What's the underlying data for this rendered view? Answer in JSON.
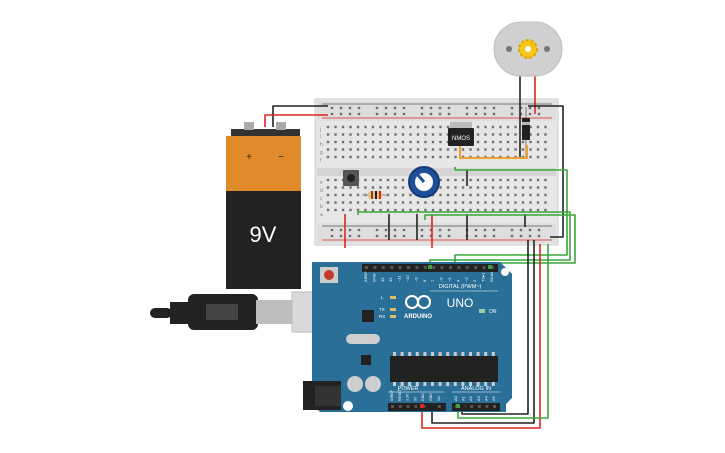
{
  "battery": {
    "voltage": "9V",
    "plus": "+",
    "minus": "−"
  },
  "mosfet": {
    "label": "NMOS"
  },
  "arduino": {
    "logo": "ARDUINO",
    "model": "UNO",
    "digital_label": "DIGITAL (PWM~)",
    "power_label": "POWER",
    "analog_label": "ANALOG IN",
    "on_label": "ON",
    "l_label": "L",
    "tx_label": "TX",
    "rx_label": "RX",
    "digital_pins": [
      "AREF",
      "GND",
      "13",
      "12",
      "~11",
      "~10",
      "~9",
      "8",
      "7",
      "~6",
      "~5",
      "4",
      "~3",
      "2",
      "TX▸1",
      "RX◂0"
    ],
    "power_pins": [
      "IOREF",
      "RESET",
      "3.3V",
      "5V",
      "GND",
      "GND",
      "Vin"
    ],
    "analog_pins": [
      "A0",
      "A1",
      "A2",
      "A3",
      "A4",
      "A5"
    ]
  },
  "breadboard": {
    "row_letters_top": [
      "j",
      "i",
      "h",
      "g",
      "f"
    ],
    "row_letters_bottom": [
      "e",
      "d",
      "c",
      "b",
      "a"
    ]
  },
  "colors": {
    "wire_red": "#e0241b",
    "wire_black": "#222222",
    "wire_green": "#3aa63a",
    "wire_orange": "#f0a030",
    "board_blue": "#2a6f97",
    "battery_orange": "#e08a2c"
  }
}
